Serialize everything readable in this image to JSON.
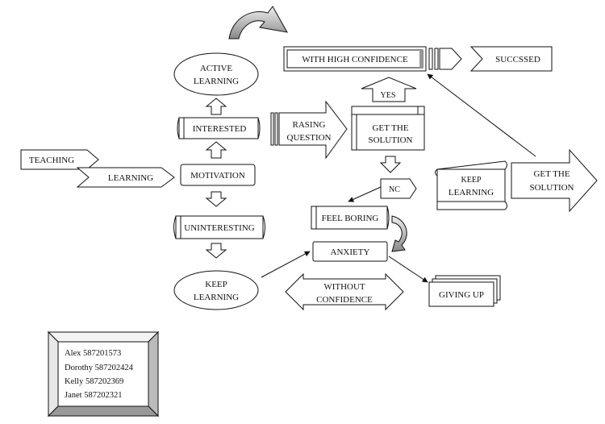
{
  "nodes": {
    "with_high_confidence": "WITH HIGH CONFIDENCE",
    "successed": "SUCCSSED",
    "yes": "YES",
    "active_learning": [
      "ACTIVE",
      "LEARNING"
    ],
    "interested": "INTERESTED",
    "raising_question": [
      "RASING",
      "QUESTION"
    ],
    "get_solution_1": [
      "GET THE",
      "SOLUTION"
    ],
    "teaching": "TEACHING",
    "learning": "LEARNING",
    "motivation": "MOTIVATION",
    "no": "NC",
    "keep_learning_right": [
      "KEEP",
      "LEARNING"
    ],
    "get_solution_2": [
      "GET THE",
      "SOLUTION"
    ],
    "uninteresting": "UNINTERESTING",
    "feel_boring": "FEEL BORING",
    "anxiety": "ANXIETY",
    "keep_learning_left": [
      "KEEP",
      "LEARNING"
    ],
    "without_confidence": [
      "WITHOUT",
      "CONFIDENCE"
    ],
    "giving_up": "GIVING UP"
  },
  "members": [
    "Alex 587201573",
    "Dorothy 587202424",
    "Kelly 587202369",
    "Janet 587202321"
  ]
}
